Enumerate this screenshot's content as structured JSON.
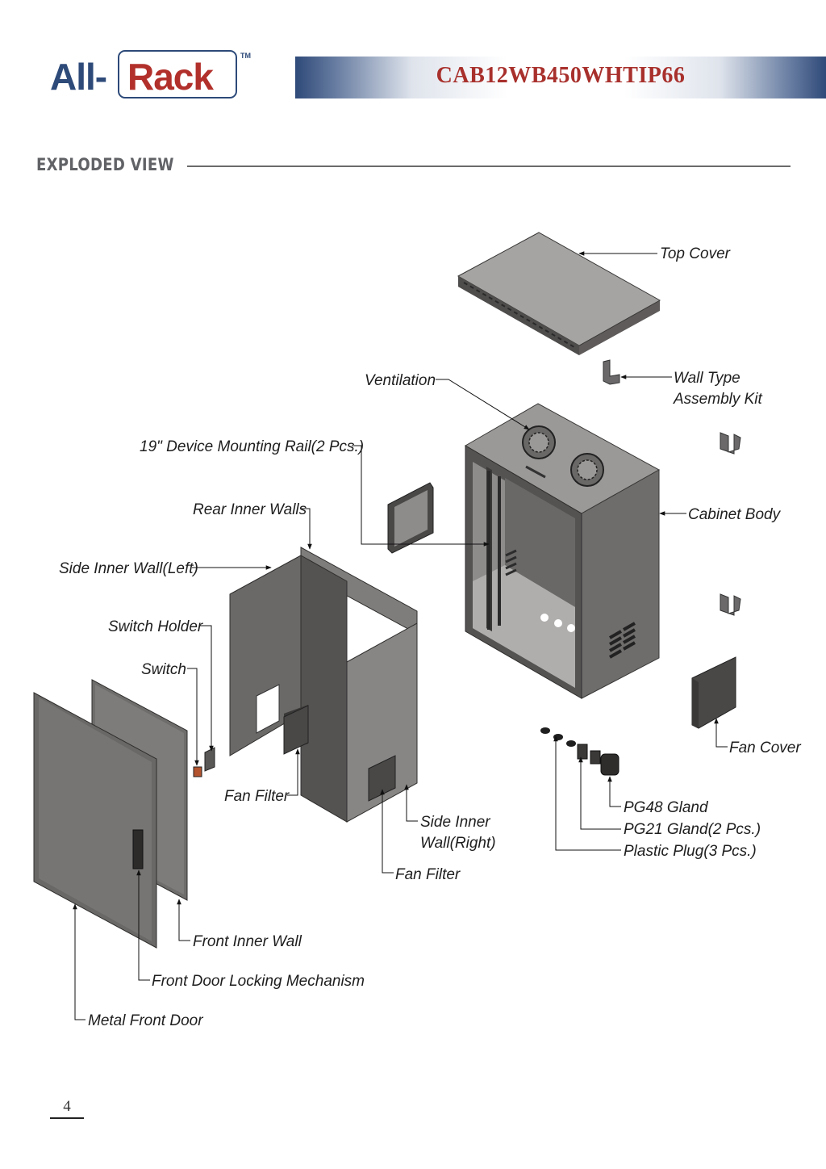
{
  "brand": {
    "part_one": "All-",
    "part_two": "Rack",
    "trademark": "TM"
  },
  "header": {
    "model": "CAB12WB450WHTIP66"
  },
  "section": {
    "title": "EXPLODED VIEW"
  },
  "labels": {
    "top_cover": "Top Cover",
    "ventilation": "Ventilation",
    "wall_kit_line1": "Wall Type",
    "wall_kit_line2": "Assembly Kit",
    "mounting_rail": "19\" Device Mounting Rail(2 Pcs.)",
    "cabinet_body": "Cabinet Body",
    "rear_inner_walls": "Rear Inner Walls",
    "side_inner_wall_left": "Side Inner Wall(Left)",
    "switch_holder": "Switch Holder",
    "switch": "Switch",
    "fan_filter_left": "Fan Filter",
    "fan_filter_right": "Fan Filter",
    "side_inner_right_line1": "Side Inner",
    "side_inner_right_line2": "Wall(Right)",
    "fan_cover": "Fan Cover",
    "pg48_gland": "PG48 Gland",
    "pg21_gland": "PG21 Gland(2 Pcs.)",
    "plastic_plug": "Plastic Plug(3 Pcs.)",
    "front_inner_wall": "Front Inner Wall",
    "front_door_locking": "Front Door Locking Mechanism",
    "metal_front_door": "Metal Front Door"
  },
  "footer": {
    "page_number": "4"
  },
  "colors": {
    "brand_blue": "#2d4a79",
    "brand_red": "#b2302b",
    "panel_gray": "#7b7978"
  }
}
